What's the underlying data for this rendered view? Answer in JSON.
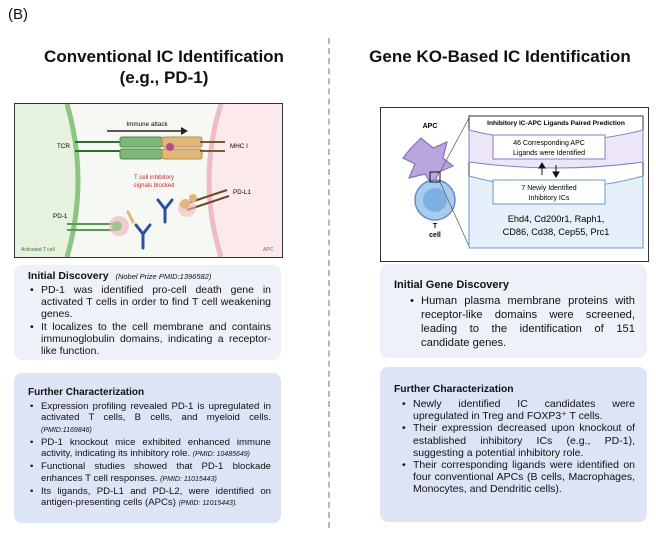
{
  "panel_label": "(B)",
  "left": {
    "title_line1": "Conventional IC Identification",
    "title_line2": "(e.g., PD-1)",
    "figure": {
      "immune_attack": "Immune attack",
      "tcr": "TCR",
      "mhc": "MHC I",
      "blocked_line1": "T cell inhibitory",
      "blocked_line2": "signals blocked",
      "pd1": "PD-1",
      "pdl1": "PD-L1",
      "activated": "Activated T cell",
      "apc": "APC"
    },
    "initial": {
      "heading": "Initial Discovery",
      "note": "(Nobel Prize  PMID:1396582)",
      "bullets": [
        "PD-1 was identified pro-cell death gene in activated T cells in order to find T cell weakening genes.",
        "It localizes to the cell membrane and contains immunoglobulin domains, indicating a receptor-like function."
      ]
    },
    "further": {
      "heading": "Further Characterization",
      "bullets": [
        {
          "text": "Expression profiling revealed PD-1 is upregulated in activated T cells, B cells, and myeloid cells.",
          "pmid": "(PMID:1169846)"
        },
        {
          "text": "PD-1 knockout mice exhibited enhanced immune activity, indicating its inhibitory role.",
          "pmid": "(PMID: 10485649)"
        },
        {
          "text": "Functional studies showed that PD-1 blockade enhances T cell responses.",
          "pmid": "(PMID: 11015443)"
        },
        {
          "text": "Its ligands, PD-L1 and PD-L2, were identified on antigen-presenting cells (APCs)",
          "pmid": "(PMID: 11015443)."
        }
      ]
    }
  },
  "right": {
    "title": "Gene KO-Based IC Identification",
    "figure": {
      "apc": "APC",
      "t_cell_1": "T",
      "t_cell_2": "cell",
      "panel_title": "Inhibitory IC-APC Ligands Paired Prediction",
      "box1_line1": "46  Corresponding APC",
      "box1_line2": "Ligands were Identified",
      "box2_line1": "7  Newly Identified",
      "box2_line2": "Inhibitory ICs",
      "genes_line1": "Ehd4, Cd200r1, Raph1,",
      "genes_line2": "CD86, Cd38, Cep55, Prc1"
    },
    "initial": {
      "heading": "Initial Gene Discovery",
      "bullets": [
        "Human plasma membrane proteins with receptor-like domains were screened, leading to the identification of 151 candidate genes."
      ]
    },
    "further": {
      "heading": "Further Characterization",
      "bullets": [
        "Newly identified IC candidates were upregulated in Treg and FOXP3⁺ T cells.",
        "Their expression decreased upon knockout of established inhibitory ICs (e.g., PD-1), suggesting a potential inhibitory role.",
        "Their corresponding ligands were identified on four conventional APCs (B cells, Macrophages, Monocytes, and Dendritic cells)."
      ]
    }
  }
}
